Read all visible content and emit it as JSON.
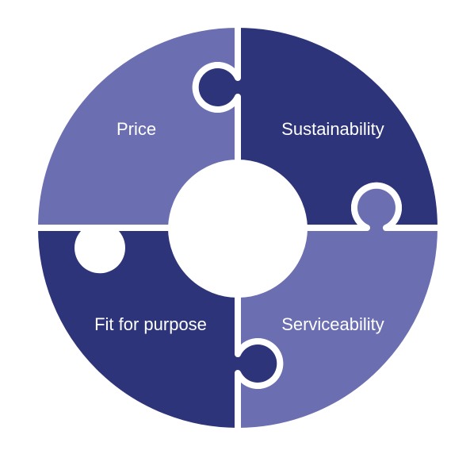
{
  "diagram": {
    "segments": [
      {
        "id": "price",
        "label": "Price",
        "color": "#6b6fb1"
      },
      {
        "id": "sustainability",
        "label": "Sustainability",
        "color": "#2d3479"
      },
      {
        "id": "serviceability",
        "label": "Serviceability",
        "color": "#6b6fb1"
      },
      {
        "id": "fit-for-purpose",
        "label": "Fit for purpose",
        "color": "#2d3479"
      }
    ],
    "gap_color": "#ffffff"
  }
}
